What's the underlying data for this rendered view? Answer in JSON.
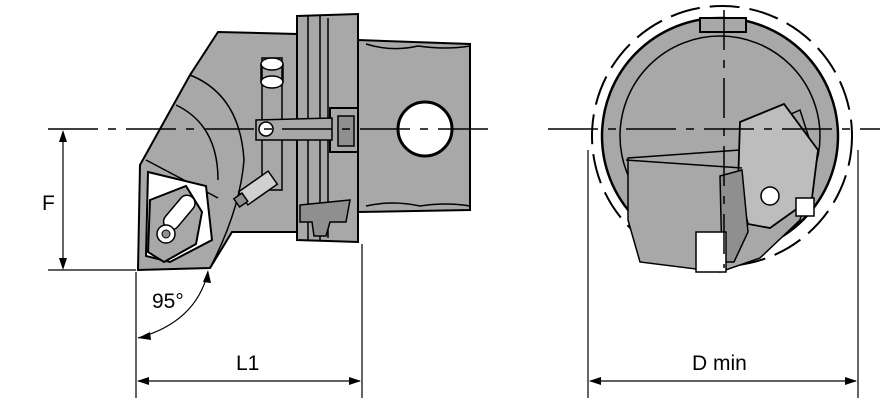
{
  "labels": {
    "f": "F",
    "angle": "95°",
    "l1": "L1",
    "dmin": "D min"
  },
  "colors": {
    "body": "#a8a8a8",
    "body_dark": "#8f8f8f",
    "outline": "#000000",
    "white": "#ffffff"
  }
}
